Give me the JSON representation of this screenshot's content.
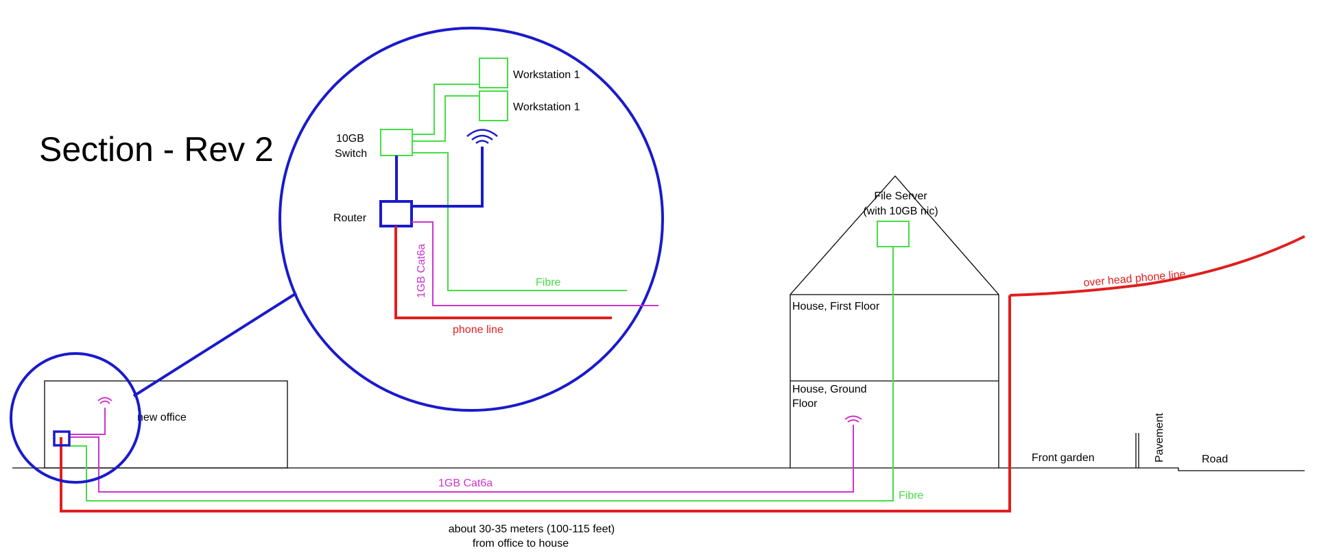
{
  "title": "Section - Rev 2",
  "colors": {
    "phone": "#e01e1e",
    "cat6a": "#cc33cc",
    "fibre": "#44dd44",
    "zoom": "#1a1acc",
    "outline": "#000000"
  },
  "zoom_labels": {
    "workstation_a": "Workstation 1",
    "workstation_b": "Workstation 1",
    "switch_line1": "10GB",
    "switch_line2": "Switch",
    "router": "Router",
    "cat6a": "1GB Cat6a",
    "fibre": "Fibre",
    "phone_line": "phone line"
  },
  "labels": {
    "new_office": "new office",
    "file_server_line1": "File Server",
    "file_server_line2": "(with 10GB nic)",
    "first_floor": "House, First Floor",
    "ground_floor_line1": "House, Ground",
    "ground_floor_line2": "Floor",
    "front_garden": "Front garden",
    "pavement": "Pavement",
    "road": "Road",
    "overhead": "over head phone line",
    "cat6a": "1GB Cat6a",
    "fibre": "Fibre",
    "distance_line1": "about 30-35 meters (100-115 feet)",
    "distance_line2": "from office to house"
  },
  "icons": [
    "wifi-icon",
    "router-icon",
    "switch-icon",
    "workstation-icon",
    "file-server-icon"
  ]
}
